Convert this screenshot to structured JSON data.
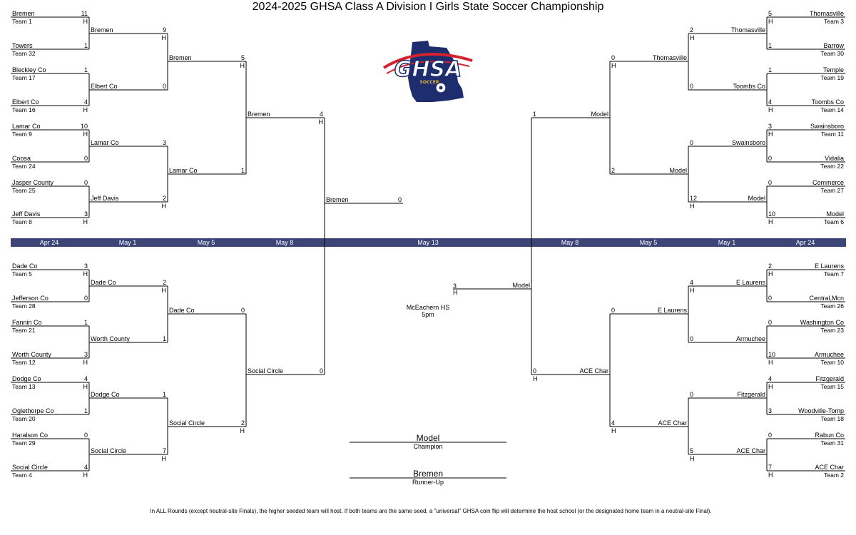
{
  "title": "2024-2025 GHSA Class A Division I Girls State Soccer Championship",
  "logo": {
    "text": "GHSA",
    "subtext": "SOCCER",
    "icon": "ghsa-soccer-logo"
  },
  "colors": {
    "date_bar": "#3d4577",
    "logo_navy": "#1e2d6e",
    "logo_red": "#d4232f",
    "logo_gold": "#e8b923"
  },
  "dates": {
    "left": [
      "Apr 24",
      "May 1",
      "May 5",
      "May 8"
    ],
    "center": "May 13",
    "right": [
      "May 8",
      "May 5",
      "May 1",
      "Apr 24"
    ]
  },
  "first_round": {
    "left_top": [
      {
        "name": "Bremen",
        "seed": "Team 1",
        "score": "11",
        "host": "H"
      },
      {
        "name": "Towers",
        "seed": "Team 32",
        "score": "1",
        "host": ""
      },
      {
        "name": "Bleckley Co",
        "seed": "Team 17",
        "score": "1",
        "host": ""
      },
      {
        "name": "Elbert Co",
        "seed": "Team 16",
        "score": "4",
        "host": "H"
      },
      {
        "name": "Lamar Co",
        "seed": "Team 9",
        "score": "10",
        "host": "H"
      },
      {
        "name": "Coosa",
        "seed": "Team 24",
        "score": "0",
        "host": ""
      },
      {
        "name": "Jasper County",
        "seed": "Team 25",
        "score": "0",
        "host": ""
      },
      {
        "name": "Jeff Davis",
        "seed": "Team 8",
        "score": "3",
        "host": "H"
      }
    ],
    "left_bottom": [
      {
        "name": "Dade Co",
        "seed": "Team 5",
        "score": "3",
        "host": "H"
      },
      {
        "name": "Jefferson Co",
        "seed": "Team 28",
        "score": "0",
        "host": ""
      },
      {
        "name": "Fannin Co",
        "seed": "Team 21",
        "score": "1",
        "host": ""
      },
      {
        "name": "Worth County",
        "seed": "Team 12",
        "score": "3",
        "host": "H"
      },
      {
        "name": "Dodge Co",
        "seed": "Team 13",
        "score": "4",
        "host": "H"
      },
      {
        "name": "Oglethorpe Co",
        "seed": "Team 20",
        "score": "1",
        "host": ""
      },
      {
        "name": "Haralson Co",
        "seed": "Team 29",
        "score": "0",
        "host": ""
      },
      {
        "name": "Social Circle",
        "seed": "Team 4",
        "score": "4",
        "host": "H"
      }
    ],
    "right_top": [
      {
        "name": "Thomasville",
        "seed": "Team 3",
        "score": "5",
        "host": "H"
      },
      {
        "name": "Barrow",
        "seed": "Team 30",
        "score": "1",
        "host": ""
      },
      {
        "name": "Temple",
        "seed": "Team 19",
        "score": "1",
        "host": ""
      },
      {
        "name": "Toombs Co",
        "seed": "Team 14",
        "score": "4",
        "host": "H"
      },
      {
        "name": "Swainsboro",
        "seed": "Team 11",
        "score": "3",
        "host": "H"
      },
      {
        "name": "Vidalia",
        "seed": "Team 22",
        "score": "0",
        "host": ""
      },
      {
        "name": "Commerce",
        "seed": "Team 27",
        "score": "0",
        "host": ""
      },
      {
        "name": "Model",
        "seed": "Team 6",
        "score": "10",
        "host": "H"
      }
    ],
    "right_bottom": [
      {
        "name": "E Laurens",
        "seed": "Team 7",
        "score": "2",
        "host": "H"
      },
      {
        "name": "Central,Mcn",
        "seed": "Team 26",
        "score": "0",
        "host": ""
      },
      {
        "name": "Washington Co",
        "seed": "Team 23",
        "score": "0",
        "host": ""
      },
      {
        "name": "Armuchee",
        "seed": "Team 10",
        "score": "10",
        "host": "H"
      },
      {
        "name": "Fitzgerald",
        "seed": "Team 15",
        "score": "4",
        "host": "H"
      },
      {
        "name": "Woodville-Tomp",
        "seed": "Team 18",
        "score": "3",
        "host": ""
      },
      {
        "name": "Rabun Co",
        "seed": "Team 31",
        "score": "0",
        "host": ""
      },
      {
        "name": "ACE Char",
        "seed": "Team 2",
        "score": "7",
        "host": "H"
      }
    ]
  },
  "second_round": {
    "left_top": [
      {
        "name": "Bremen",
        "score": "9",
        "host": "H"
      },
      {
        "name": "Elbert Co",
        "score": "0",
        "host": ""
      },
      {
        "name": "Lamar Co",
        "score": "3",
        "host": ""
      },
      {
        "name": "Jeff Davis",
        "score": "2",
        "host": "H"
      }
    ],
    "left_bottom": [
      {
        "name": "Dade Co",
        "score": "2",
        "host": "H"
      },
      {
        "name": "Worth County",
        "score": "1",
        "host": ""
      },
      {
        "name": "Dodge Co",
        "score": "1",
        "host": ""
      },
      {
        "name": "Social Circle",
        "score": "7",
        "host": "H"
      }
    ],
    "right_top": [
      {
        "name": "Thomasville",
        "score": "2",
        "host": "H"
      },
      {
        "name": "Toombs Co",
        "score": "0",
        "host": ""
      },
      {
        "name": "Swainsboro",
        "score": "0",
        "host": ""
      },
      {
        "name": "Model",
        "score": "12",
        "host": "H"
      }
    ],
    "right_bottom": [
      {
        "name": "E Laurens",
        "score": "4",
        "host": "H"
      },
      {
        "name": "Armuchee",
        "score": "0",
        "host": ""
      },
      {
        "name": "Fitzgerald",
        "score": "0",
        "host": ""
      },
      {
        "name": "ACE Char",
        "score": "5",
        "host": "H"
      }
    ]
  },
  "quarterfinals": {
    "left_top": [
      {
        "name": "Bremen",
        "score": "5",
        "host": "H"
      },
      {
        "name": "Lamar Co",
        "score": "1",
        "host": ""
      }
    ],
    "left_bottom": [
      {
        "name": "Dade Co",
        "score": "0",
        "host": ""
      },
      {
        "name": "Social Circle",
        "score": "2",
        "host": "H"
      }
    ],
    "right_top": [
      {
        "name": "Thomasville",
        "score": "0",
        "host": "H"
      },
      {
        "name": "Model",
        "score": "2",
        "host": ""
      }
    ],
    "right_bottom": [
      {
        "name": "E Laurens",
        "score": "0",
        "host": ""
      },
      {
        "name": "ACE Char",
        "score": "4",
        "host": "H"
      }
    ]
  },
  "semifinals": {
    "left": [
      {
        "name": "Bremen",
        "score": "4",
        "host": "H"
      },
      {
        "name": "Social Circle",
        "score": "0",
        "host": ""
      }
    ],
    "right": [
      {
        "name": "Model",
        "score": "1",
        "host": ""
      },
      {
        "name": "ACE Char",
        "score": "0",
        "host": "H"
      }
    ]
  },
  "final": {
    "left": {
      "name": "Bremen",
      "score": "0"
    },
    "right": {
      "name": "Model",
      "score": "3",
      "host": "H"
    },
    "venue": "McEachern HS",
    "time": "5pm"
  },
  "champion": {
    "name": "Model",
    "label": "Champion"
  },
  "runner_up": {
    "name": "Bremen",
    "label": "Runner-Up"
  },
  "footnote": "In ALL Rounds (except neutral-site Finals), the higher seeded team will host. If both teams are the same seed, a \"universal\" GHSA coin flip will determine the host school (or the designated home team in a neutral-site Final)."
}
